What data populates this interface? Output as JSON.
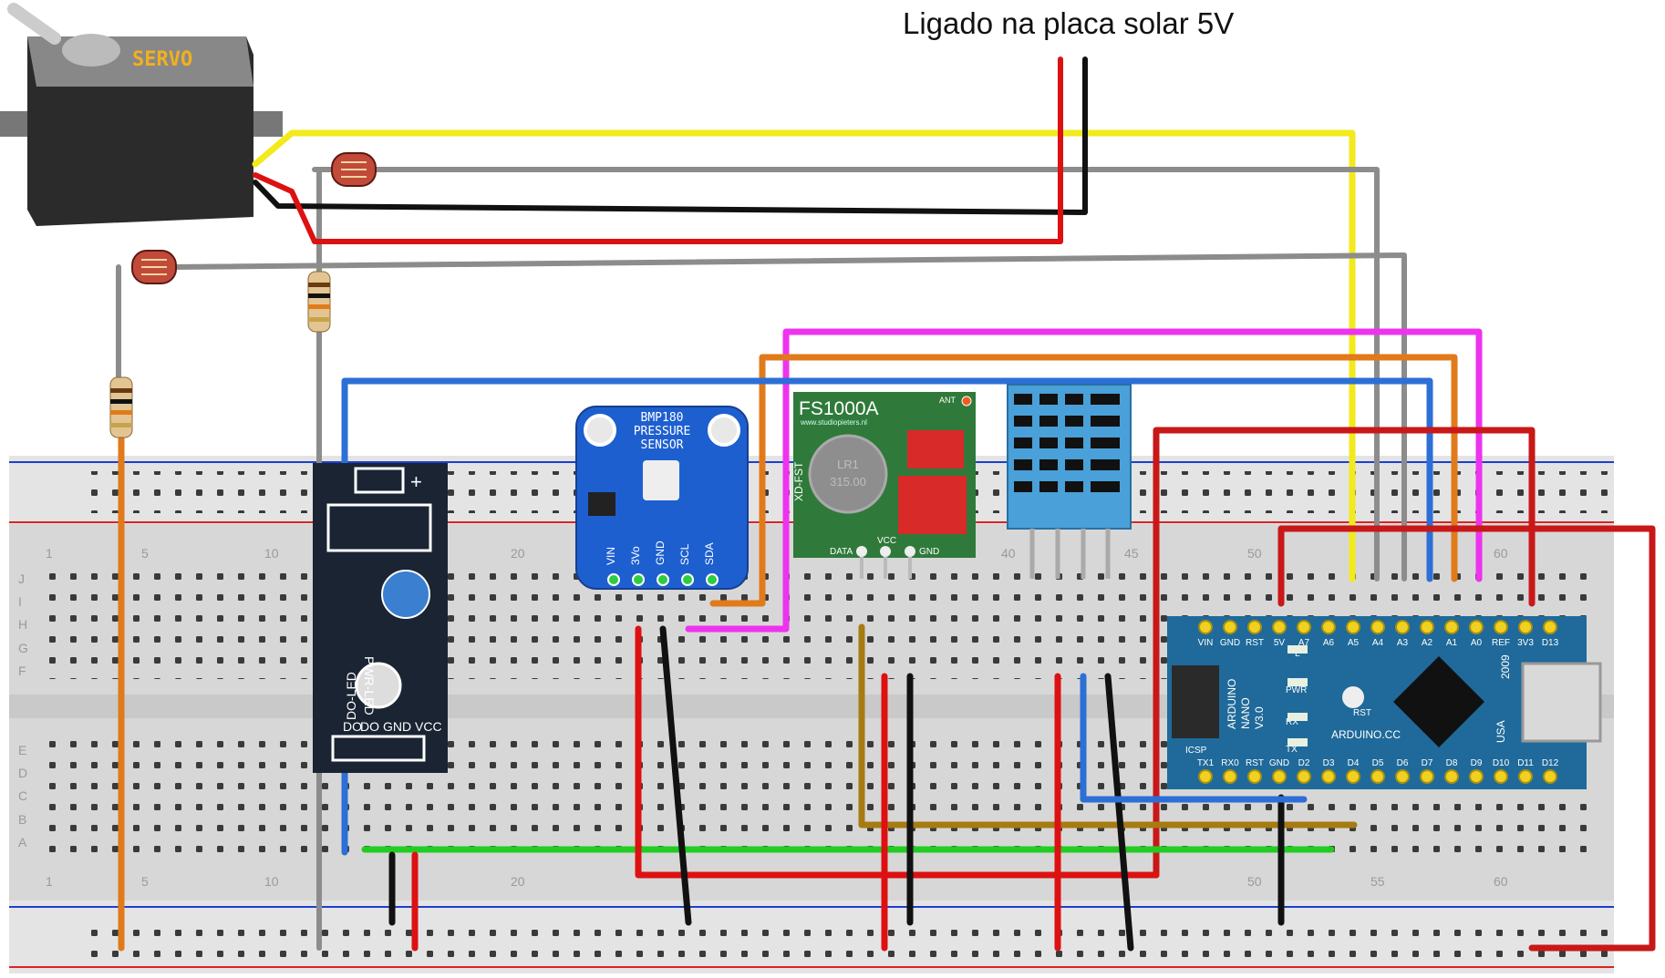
{
  "title": "Ligado na placa solar 5V",
  "servo": {
    "label": "SERVO"
  },
  "breadboard": {
    "row_letters_top": [
      "J",
      "I",
      "H",
      "G",
      "F"
    ],
    "row_letters_bottom": [
      "E",
      "D",
      "C",
      "B",
      "A"
    ],
    "column_numbers": [
      "1",
      "5",
      "10",
      "20",
      "50",
      "55",
      "60"
    ],
    "column_numbers_top": [
      "1",
      "5",
      "10",
      "20",
      "40",
      "45",
      "50",
      "60"
    ]
  },
  "ir_sensor": {
    "pins": [
      "DO",
      "DO",
      "GND",
      "VCC"
    ],
    "side_labels": [
      "DO-LED",
      "PWR-LED"
    ],
    "plus": "+"
  },
  "bmp180": {
    "title_lines": [
      "BMP180",
      "PRESSURE",
      "SENSOR"
    ],
    "pins": [
      "VIN",
      "3Vo",
      "GND",
      "SCL",
      "SDA"
    ]
  },
  "fs1000a": {
    "title": "FS1000A",
    "url": "www.studiopieters.nl",
    "side": "XD-FST",
    "ant": "ANT",
    "crystal_lines": [
      "LR1",
      "315.00"
    ],
    "pins": [
      "DATA",
      "VCC",
      "GND"
    ]
  },
  "nano": {
    "top_pins": [
      "VIN",
      "GND",
      "RST",
      "5V",
      "A7",
      "A6",
      "A5",
      "A4",
      "A3",
      "A2",
      "A1",
      "A0",
      "REF",
      "3V3",
      "D13"
    ],
    "bottom_pins": [
      "TX1",
      "RX0",
      "RST",
      "GND",
      "D2",
      "D3",
      "D4",
      "D5",
      "D6",
      "D7",
      "D8",
      "D9",
      "D10",
      "D11",
      "D12"
    ],
    "board_text": [
      "ARDUINO",
      "NANO",
      "V3.0"
    ],
    "cc": "ARDUINO.CC",
    "icsp": "ICSP",
    "year": "2009",
    "usa": "USA",
    "leds": [
      "L",
      "PWR",
      "RX",
      "TX"
    ],
    "rst": "RST"
  },
  "colors": {
    "yellow": "#f2ea1c",
    "gray": "#8c8c8c",
    "black": "#111111",
    "red": "#dd1111",
    "orange": "#e07a1a",
    "magenta": "#ee33ee",
    "blue": "#2c6fd6",
    "brown": "#a67c12",
    "green": "#22cc22",
    "dark_red": "#c81818"
  }
}
